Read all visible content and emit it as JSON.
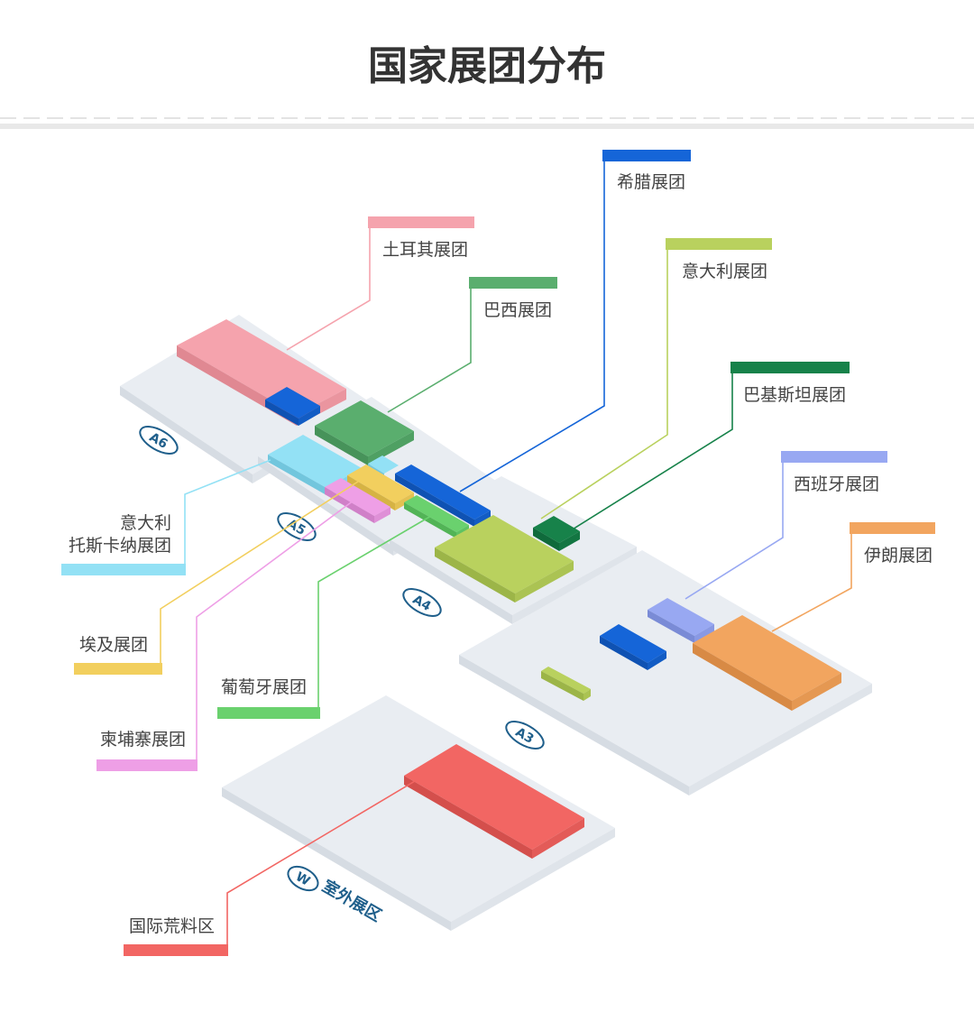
{
  "page": {
    "title": "国家展团分布"
  },
  "halls": [
    {
      "id": "A6",
      "label": "A6"
    },
    {
      "id": "A5",
      "label": "A5"
    },
    {
      "id": "A4",
      "label": "A4"
    },
    {
      "id": "A3",
      "label": "A3"
    },
    {
      "id": "W",
      "label": "W",
      "caption": "室外展区"
    }
  ],
  "pavilions": [
    {
      "id": "turkey",
      "label": "土耳其展团",
      "color": "#f5a3ad"
    },
    {
      "id": "brazil",
      "label": "巴西展团",
      "color": "#5aae6e"
    },
    {
      "id": "greece",
      "label": "希腊展团",
      "color": "#1565d8"
    },
    {
      "id": "italy",
      "label": "意大利展团",
      "color": "#b9d15e"
    },
    {
      "id": "pakistan",
      "label": "巴基斯坦展团",
      "color": "#17824a"
    },
    {
      "id": "spain",
      "label": "西班牙展团",
      "color": "#98a8f2"
    },
    {
      "id": "iran",
      "label": "伊朗展团",
      "color": "#f2a55f"
    },
    {
      "id": "tuscany",
      "label_lines": [
        "意大利",
        "托斯卡纳展团"
      ],
      "color": "#93e1f5"
    },
    {
      "id": "egypt",
      "label": "埃及展团",
      "color": "#f2cf5e"
    },
    {
      "id": "portugal",
      "label": "葡萄牙展团",
      "color": "#6ad16e"
    },
    {
      "id": "cambodia",
      "label": "柬埔寨展团",
      "color": "#ee9fe6"
    },
    {
      "id": "wasteland",
      "label": "国际荒料区",
      "color": "#f26663"
    }
  ]
}
